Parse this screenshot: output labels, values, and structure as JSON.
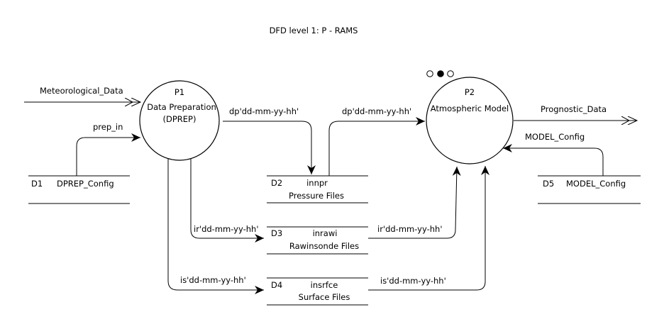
{
  "title": "DFD level 1: P - RAMS",
  "processes": [
    {
      "id": "P1",
      "lines": [
        "Data Preparation",
        "(DPREP)"
      ]
    },
    {
      "id": "P2",
      "lines": [
        "Atmospheric Model"
      ]
    }
  ],
  "stores": [
    {
      "id": "D1",
      "name": "DPREP_Config",
      "desc": ""
    },
    {
      "id": "D2",
      "name": "innpr",
      "desc": "Pressure Files"
    },
    {
      "id": "D3",
      "name": "inrawi",
      "desc": "Rawinsonde Files"
    },
    {
      "id": "D4",
      "name": "insrfce",
      "desc": "Surface Files"
    },
    {
      "id": "D5",
      "name": "MODEL_Config",
      "desc": ""
    }
  ],
  "flows": {
    "met_in": "Meteorological_Data",
    "prep_in": "prep_in",
    "dp_p1": "dp'dd-mm-yy-hh'",
    "dp_p2": "dp'dd-mm-yy-hh'",
    "ir_p1": "ir'dd-mm-yy-hh'",
    "ir_p2": "ir'dd-mm-yy-hh'",
    "is_p1": "is'dd-mm-yy-hh'",
    "is_p2": "is'dd-mm-yy-hh'",
    "prognostic": "Prognostic_Data",
    "model_cfg": "MODEL_Config"
  }
}
